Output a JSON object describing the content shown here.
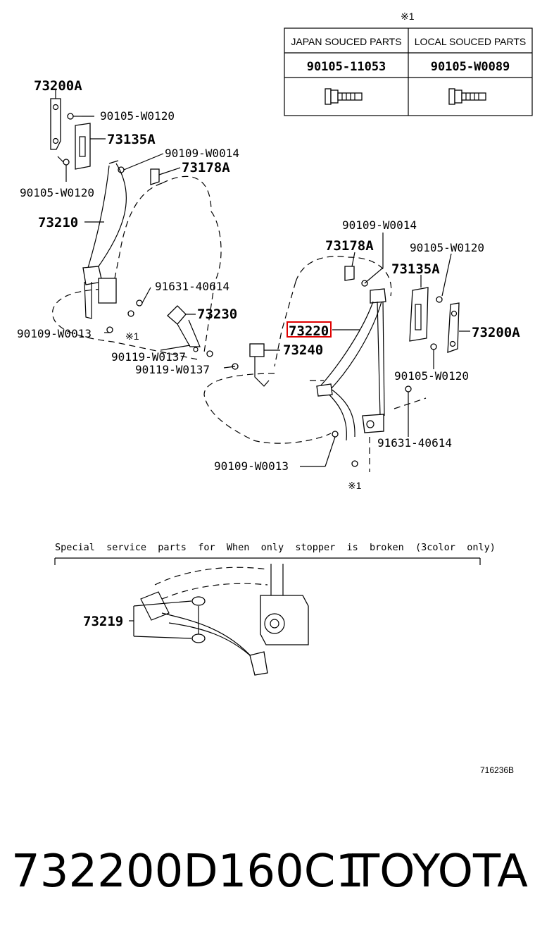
{
  "note_mark": "※1",
  "table": {
    "headers": [
      "JAPAN SOUCED PARTS",
      "LOCAL SOUCED PARTS"
    ],
    "values": [
      "90105-11053",
      "90105-W0089"
    ],
    "icon": "bolt-icon"
  },
  "left_labels": {
    "p73200A": "73200A",
    "p90105_w0120_a": "90105-W0120",
    "p73135A": "73135A",
    "p90109_w0014": "90109-W0014",
    "p73178A": "73178A",
    "p90105_w0120_b": "90105-W0120",
    "p73210": "73210",
    "p91631_40614": "91631-40614",
    "p73230": "73230",
    "mark": "※1",
    "p90109_w0013": "90109-W0013",
    "p90119_w0137_a": "90119-W0137",
    "p90119_w0137_b": "90119-W0137"
  },
  "right_labels": {
    "p90109_w0014": "90109-W0014",
    "p73178A": "73178A",
    "p90105_w0120_a": "90105-W0120",
    "p73135A": "73135A",
    "p73220": "73220",
    "p73200A": "73200A",
    "p73240": "73240",
    "p90105_w0120_b": "90105-W0120",
    "p91631_40614": "91631-40614",
    "p90109_w0013": "90109-W0013",
    "mark": "※1"
  },
  "highlight_color": "#e00000",
  "special_note": "Special  service  parts  for  When  only  stopper  is  broken  (3color  only)",
  "special_part": "73219",
  "diagram_code": "716236B",
  "footer": {
    "part_number": "732200D160C1",
    "brand": "TOYOTA"
  }
}
